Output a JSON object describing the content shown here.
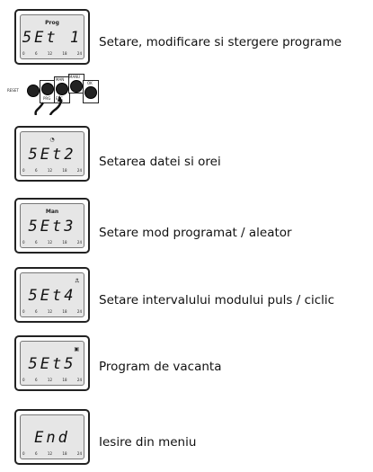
{
  "steps": [
    {
      "top": "Prog",
      "code": "5Et 1",
      "label": "Setare, modificare si stergere programe"
    },
    {
      "top": "◔",
      "code": "5Et2",
      "label": "Setarea datei si orei"
    },
    {
      "top": "Man",
      "code": "5Et3",
      "label": "Setare mod programat / aleator"
    },
    {
      "top": "⎍",
      "code": "5Et4",
      "label": "Setare intervalului modului puls / ciclic"
    },
    {
      "top": "▣",
      "code": "5Et5",
      "label": "Program de vacanta"
    },
    {
      "top": "",
      "code": "End",
      "label": "Iesire din meniu"
    }
  ],
  "scale": [
    "0",
    "6",
    "12",
    "18",
    "24"
  ],
  "buttons": {
    "reset": "RESET",
    "prog": "PRG",
    "man": "MAN",
    "esc": "ESC",
    "ok": "OK",
    "manu": "MANU"
  }
}
